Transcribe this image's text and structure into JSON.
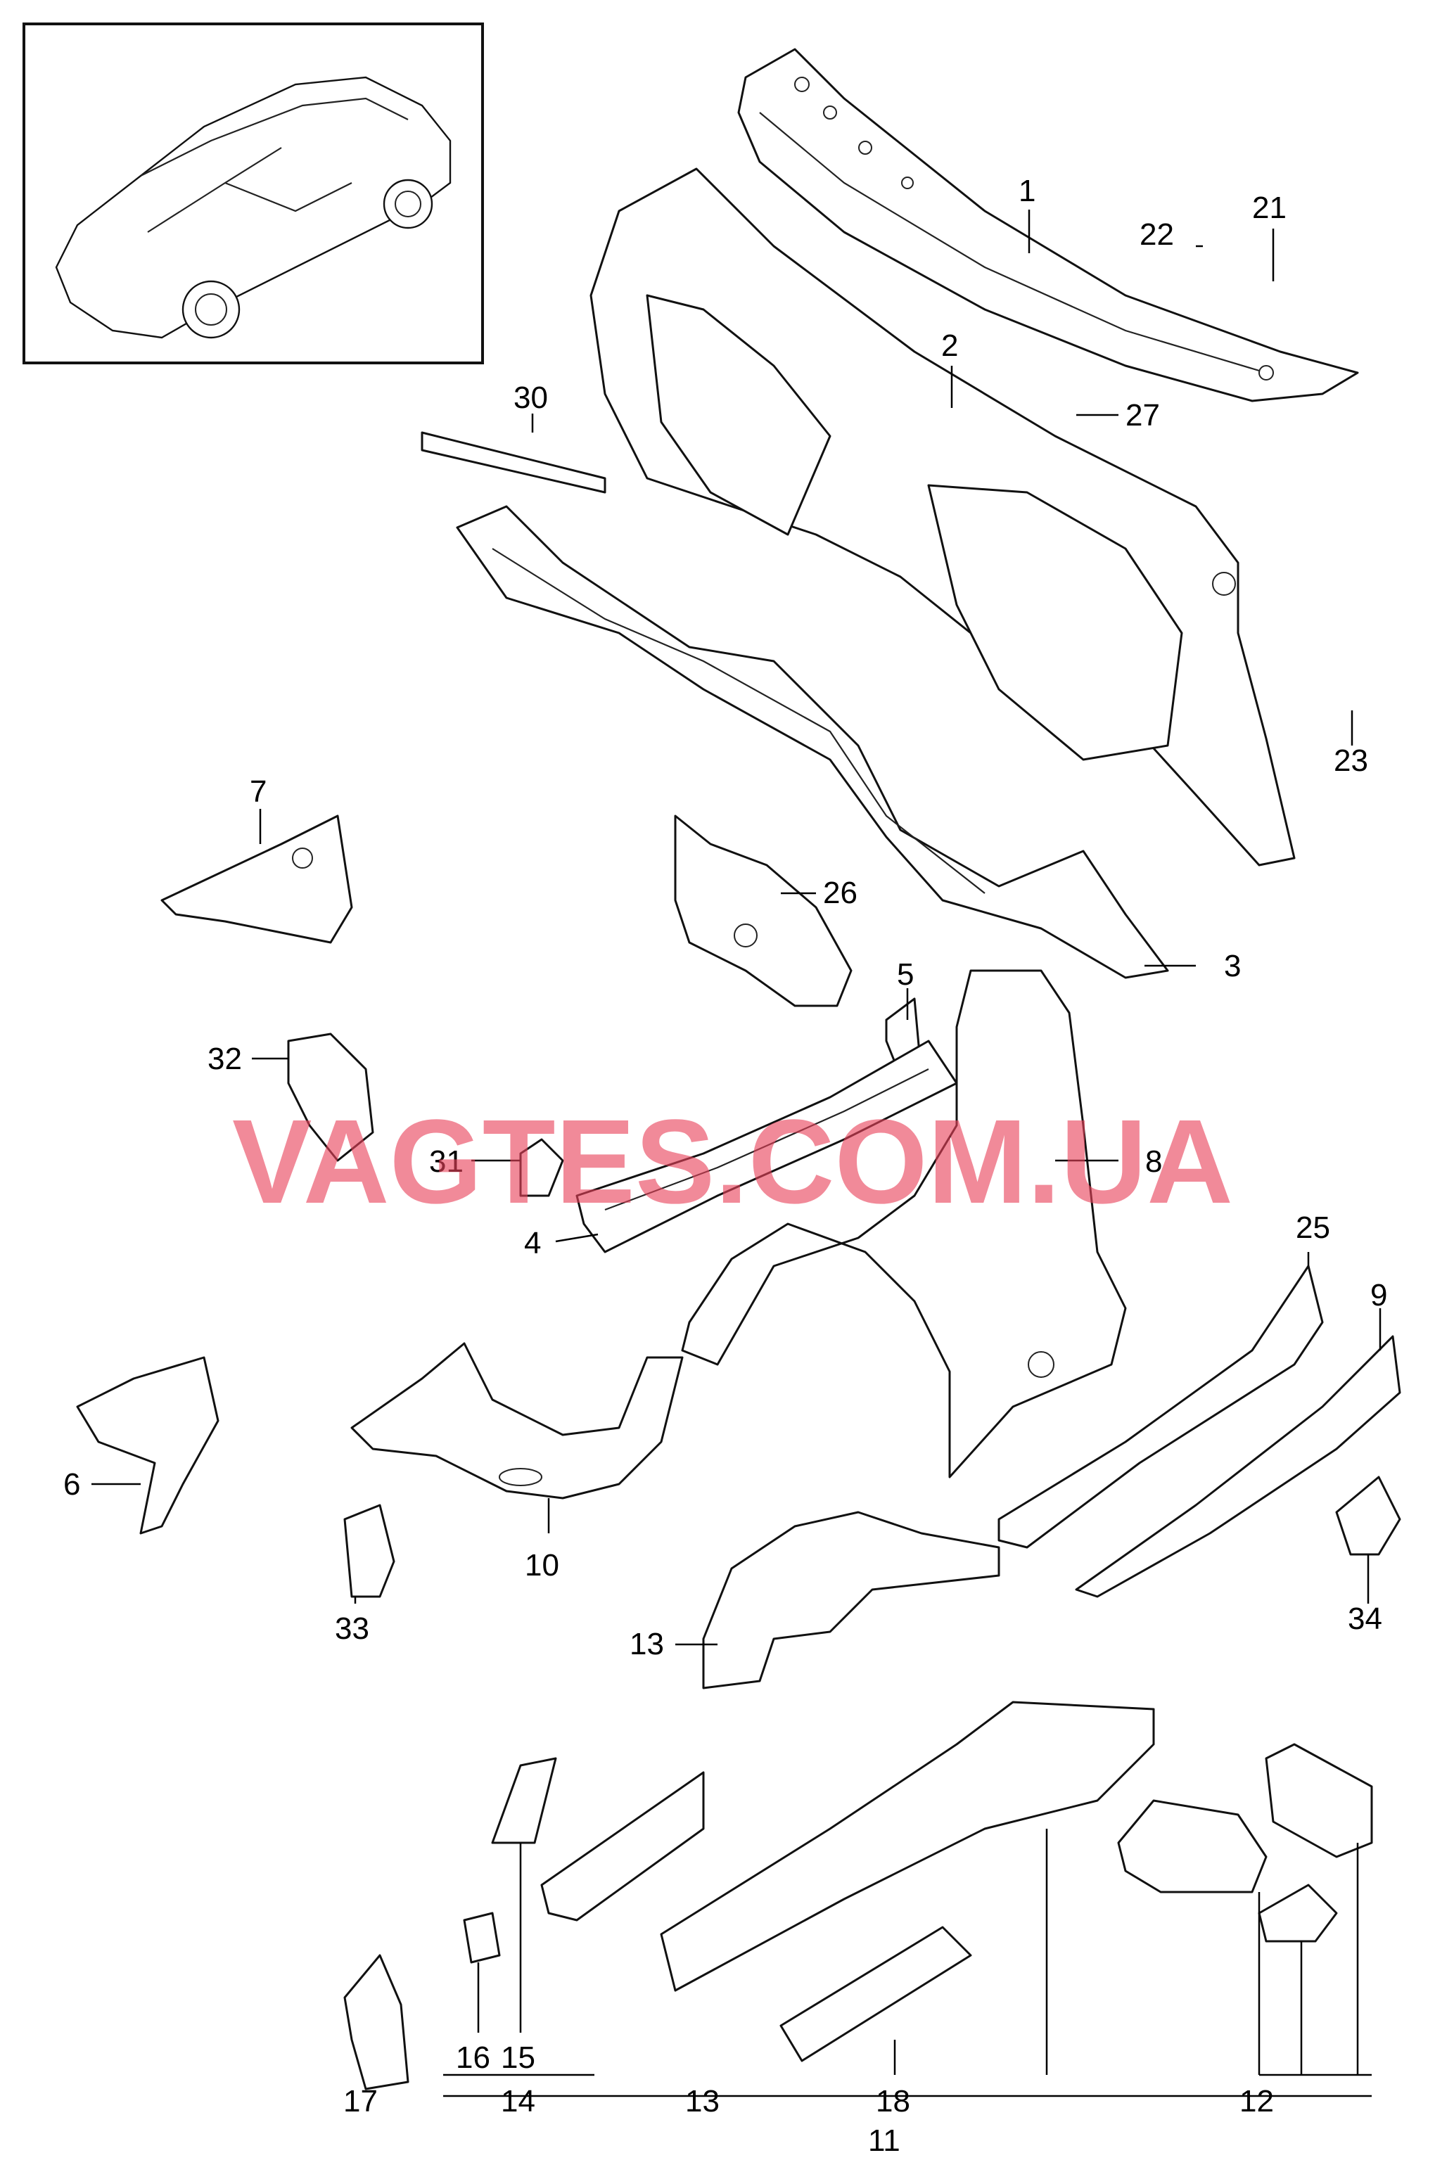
{
  "diagram": {
    "watermark": "VAGTES.COM.UA",
    "callouts": [
      "1",
      "2",
      "3",
      "4",
      "5",
      "6",
      "7",
      "8",
      "9",
      "10",
      "11",
      "12",
      "13",
      "13",
      "14",
      "15",
      "16",
      "17",
      "18",
      "21",
      "22",
      "23",
      "25",
      "26",
      "27",
      "30",
      "31",
      "32",
      "33",
      "34"
    ],
    "brand_color": "#e8425a"
  }
}
